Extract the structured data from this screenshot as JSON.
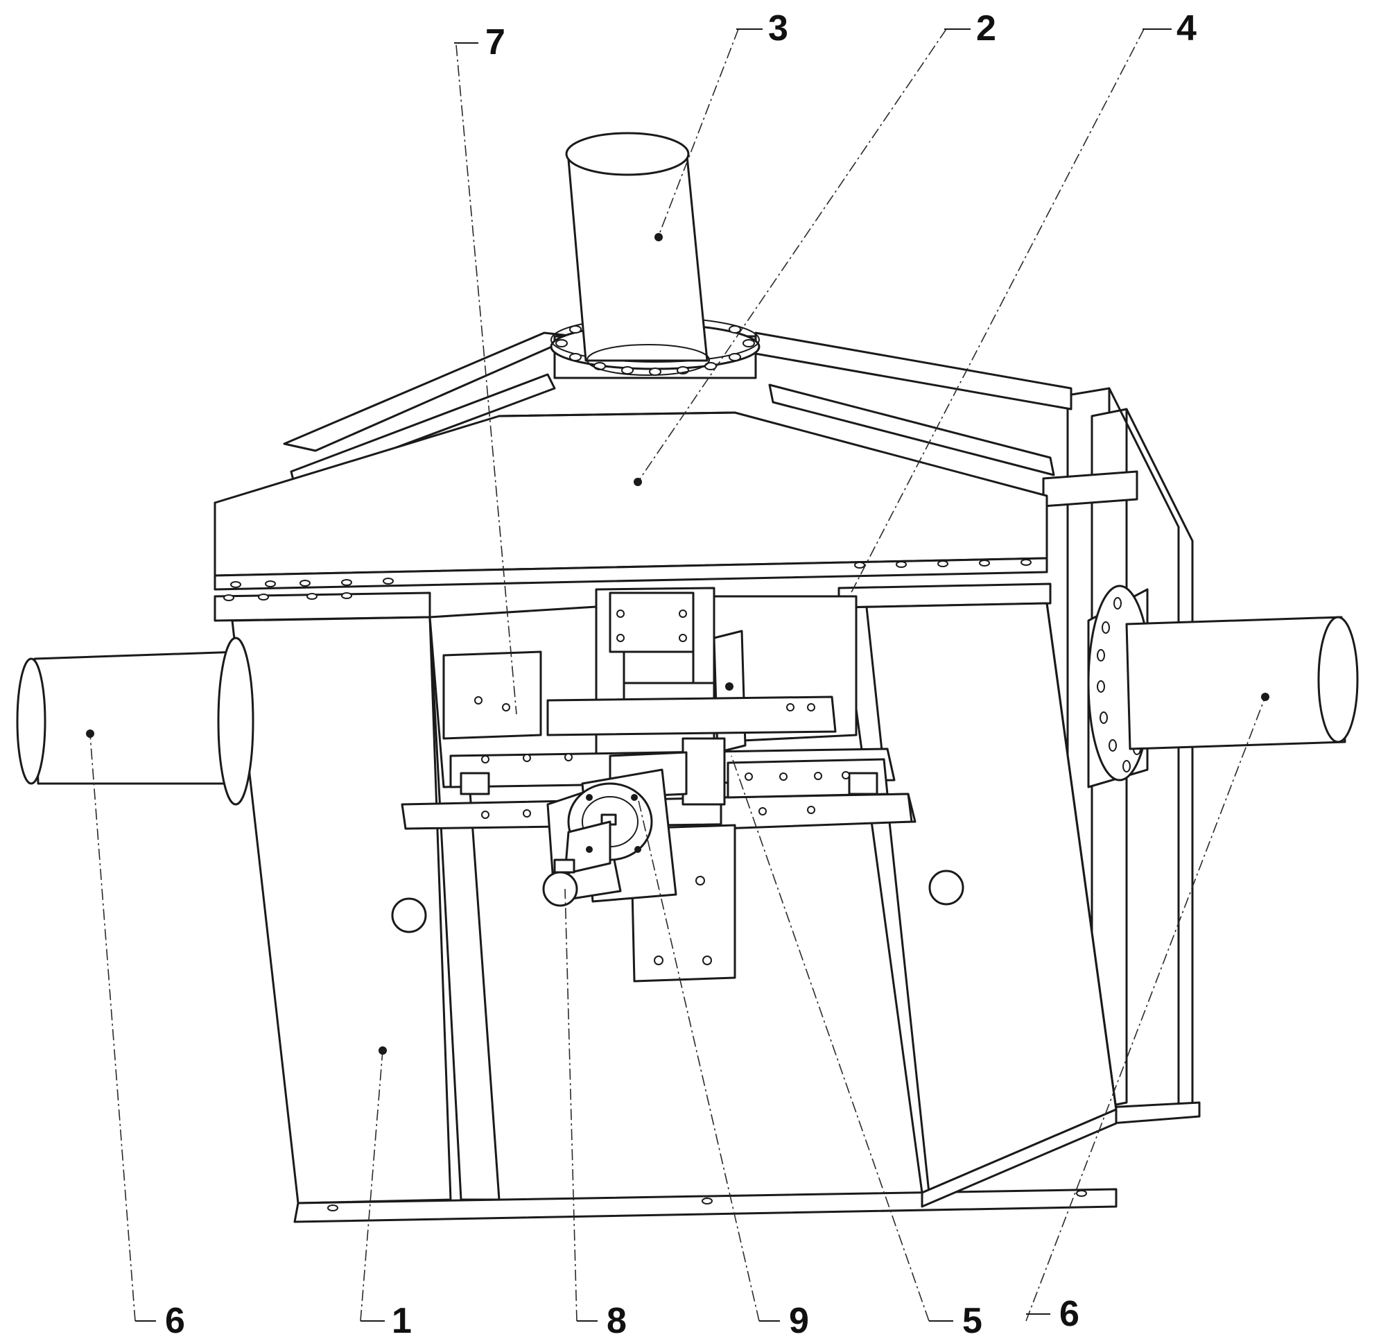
{
  "callouts": [
    {
      "id": "frame",
      "label": "1"
    },
    {
      "id": "crossbeam",
      "label": "2"
    },
    {
      "id": "top-cylinder",
      "label": "3"
    },
    {
      "id": "side-rail",
      "label": "4"
    },
    {
      "id": "slide-rail",
      "label": "5"
    },
    {
      "id": "left-cylinder",
      "label": "6"
    },
    {
      "id": "right-cylinder",
      "label": "6"
    },
    {
      "id": "column",
      "label": "7"
    },
    {
      "id": "front-unit",
      "label": "8"
    },
    {
      "id": "guide-block",
      "label": "9"
    }
  ]
}
